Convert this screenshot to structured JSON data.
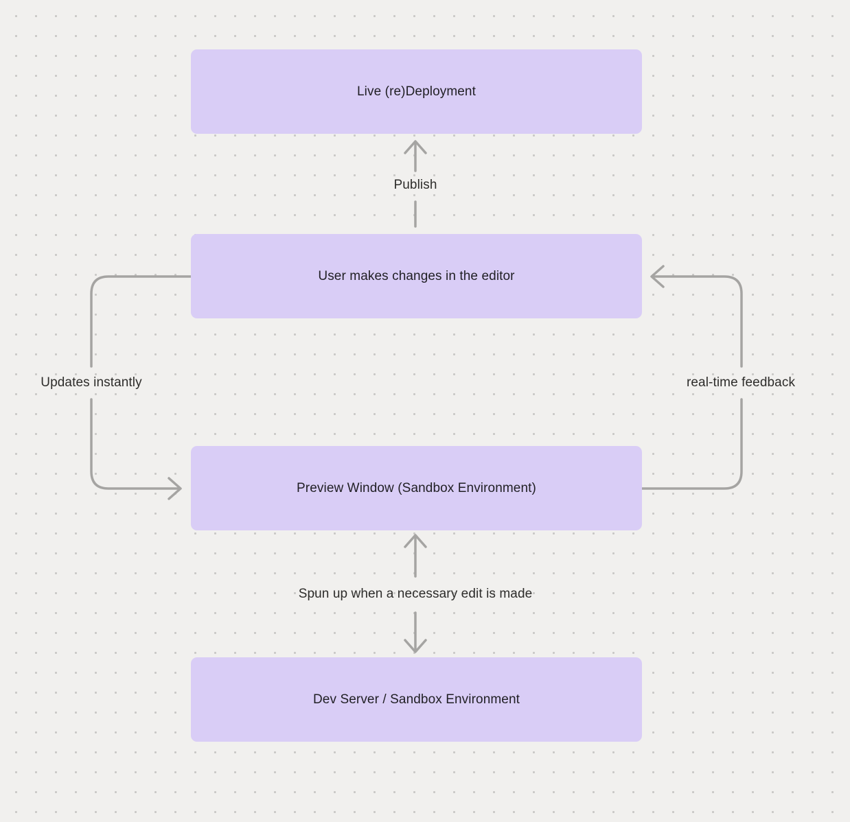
{
  "canvas": {
    "background": "#f1f0ee",
    "dot_color": "#c9c8c6",
    "node_fill": "#d9cdf6",
    "node_text_color": "#201f24",
    "arrow_color": "#a5a4a2",
    "label_text_color": "#2d2c2a"
  },
  "nodes": [
    {
      "id": "live-redeployment",
      "label": "Live (re)Deployment"
    },
    {
      "id": "user-editor",
      "label": "User makes changes in the editor"
    },
    {
      "id": "preview-window",
      "label": "Preview Window (Sandbox Environment)"
    },
    {
      "id": "dev-server",
      "label": "Dev Server / Sandbox Environment"
    }
  ],
  "edges": [
    {
      "id": "publish",
      "label": "Publish",
      "from": "user-editor",
      "to": "live-redeployment",
      "bidirectional": false
    },
    {
      "id": "updates-instantly",
      "label": "Updates instantly",
      "from": "user-editor",
      "to": "preview-window",
      "bidirectional": false
    },
    {
      "id": "real-time-feedback",
      "label": "real-time feedback",
      "from": "preview-window",
      "to": "user-editor",
      "bidirectional": false
    },
    {
      "id": "spun-up",
      "label": "Spun up when a necessary edit is made",
      "from": "dev-server",
      "to": "preview-window",
      "bidirectional": true
    }
  ]
}
